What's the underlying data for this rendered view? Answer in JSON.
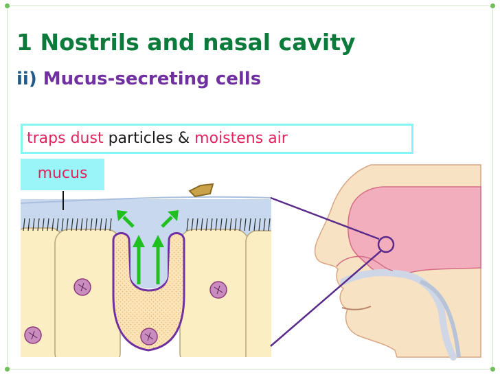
{
  "title": {
    "number": "1",
    "text": "Nostrils and nasal cavity"
  },
  "subtitle": {
    "prefix": "ii)",
    "text": "Mucus-secreting cells"
  },
  "callout": {
    "part1": "traps dust",
    "part2": "particles &",
    "part3": "moistens air"
  },
  "label_mucus": "mucus",
  "colors": {
    "title": "#0b7a3a",
    "subtitle_prefix": "#1f5a8a",
    "subtitle": "#7030a0",
    "highlight": "#e0245e",
    "body_text": "#1a1a1a",
    "callout_border": "#88f5f5",
    "label_bg": "#99f5f7",
    "mucus": "#c7d8ef",
    "cell": "#fbeec2",
    "goblet_outline": "#7030a0",
    "arrow": "#20c020",
    "nucleus": "#8e3a7a",
    "dust": "#c9a24a",
    "zoom_line": "#5a2a8a",
    "face_skin": "#f8e2c4",
    "nasal_cavity": "#f2aebd"
  }
}
